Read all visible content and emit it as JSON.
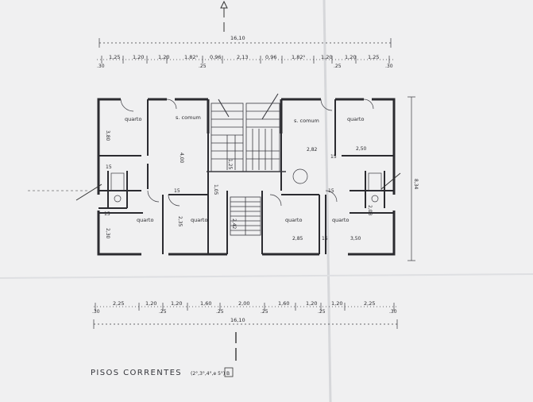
{
  "drawing": {
    "caption": "PISOS CORRENTES",
    "caption_note": "(2°,3°,4°,e 5°)",
    "section_marker": "B",
    "overall_width_top": "16,10",
    "overall_width_bottom": "16,10",
    "top_dims": [
      "1,25",
      "1,20",
      "1,20",
      "1,82⁵",
      "0,96",
      "2,13",
      "0,96",
      "1,82⁵",
      "1,20",
      "1,20",
      "1,25"
    ],
    "top_sub_dims": [
      ".30",
      ".25",
      ".25",
      ".30"
    ],
    "bottom_dims": [
      "2,25",
      "1,20",
      "1,20",
      "1,60",
      "2,00",
      "1,60",
      "1,20",
      "1,20",
      "2,25"
    ],
    "bottom_sub_dims": [
      ".30",
      ".25",
      ".25",
      ".25",
      ".25",
      ".30"
    ],
    "right_dim": "8,34",
    "rooms": {
      "q_top_left": "quarto",
      "s_comum_left": "s. comum",
      "s_comum_right": "s. comum",
      "q_top_right": "quarto",
      "q_bot_1": "quarto",
      "q_bot_2": "quarto",
      "q_bot_3": "quarto",
      "q_bot_4": "quarto"
    },
    "room_dims": {
      "d380": "3,80",
      "d400": "4,00",
      "d282": "2,82",
      "d250": "2,50",
      "d230": "2,30",
      "d235": "2,35",
      "d285": "2,85",
      "d350": "3,50",
      "d208": "2,08",
      "d242": "2,42",
      "d15a": "15",
      "d15b": "15",
      "d15c": "15",
      "d15d": "15",
      "d15e": "15",
      "d105": "1,05",
      "d125": "1,25",
      "d15f": "15"
    }
  }
}
